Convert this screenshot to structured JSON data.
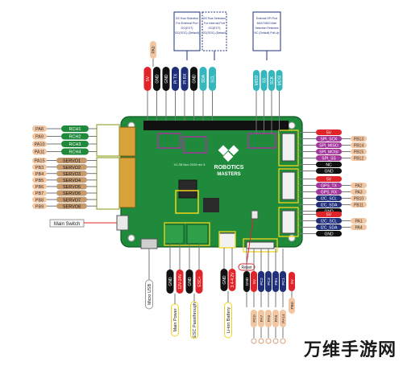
{
  "left_pins": {
    "rc_pins": [
      "PA8",
      "PA9",
      "PA10",
      "PA11"
    ],
    "rc_channels": [
      "RCH1",
      "RCH2",
      "RCH3",
      "RCH4"
    ],
    "servo_pins": [
      "PA15",
      "PB3",
      "PB4",
      "PB5",
      "PB6",
      "PB7",
      "PB8",
      "PB9"
    ],
    "servo_channels": [
      "SERVO1",
      "SERVO2",
      "SERVO3",
      "SERVO4",
      "SERVO5",
      "SERVO6",
      "SERVO7",
      "SERVO8"
    ],
    "main_switch": "Main Switch"
  },
  "top_pins": {
    "left_group": [
      "5V",
      "GND",
      "GND",
      "PI TX",
      "PI RX",
      "GND",
      "SDA",
      "SCL"
    ],
    "pa_top": "PA0",
    "box1_text": [
      "I2C Bus Selection",
      "For External Port",
      "I2C(EXT)",
      "I2C(SOC) (Default)"
    ],
    "box2_text": [
      "I2C Bus Selection",
      "For Internal Port",
      "I2C(EXT)",
      "I2C(SOC) (Default)"
    ],
    "right_group": [
      "MISO",
      "SS",
      "SCK",
      "MOSI"
    ],
    "box3_text": [
      "External SPI Port",
      "MAX7456 Driver",
      "Selection Resistors",
      "NC (Default) Pull-Up"
    ]
  },
  "board": {
    "title_line1": "ROBOTICS",
    "title_line2": "MASTERS",
    "version": "V1.28 Nov 2019 rev 3"
  },
  "right_pins": {
    "group1_labels": [
      "5V",
      "SPI_SCK",
      "SPI_MISO",
      "SPI_MOSI",
      "SPI_SS",
      "NC",
      "GND"
    ],
    "group1_pins": [
      "PB13",
      "PB14",
      "PB15",
      "PB12"
    ],
    "group2_labels": [
      "5V",
      "GPS_TX",
      "GPS_RX",
      "I2C_SCL",
      "I2C_SDA",
      "GND"
    ],
    "group2_pins": [
      "PA2",
      "PA3",
      "PB10",
      "PB11"
    ],
    "group3_labels": [
      "5V",
      "I2C_SCL",
      "I2C_SDA",
      "GND"
    ],
    "group3_pins": [
      "PA1",
      "PA4"
    ]
  },
  "bottom_pins": {
    "micro_usb": "Micro USB",
    "power_labels": [
      "GND",
      "12V-24V",
      "GND",
      "ESC+"
    ],
    "main_power": "Main Power",
    "esc_passthrough": "ESC Passthrough",
    "battery_labels": [
      "GND",
      "3.4-4.2V"
    ],
    "battery": "Li-ion Battery",
    "reset": "Reset",
    "bottom_group": [
      "GND",
      "5V",
      "PC2",
      "PC3",
      "PB1",
      "PC1"
    ],
    "bottom_pins_below": [
      "PC0",
      "PA7",
      "PA6",
      "PA5",
      "PA14"
    ],
    "pb0": "PB0"
  },
  "watermark": "万维手游网",
  "colors": {
    "board": "#1f8a3c",
    "rc_pin": "#f3c6a2",
    "servo_bg": "#c59a6e",
    "red": "#e0242a",
    "black": "#111111",
    "teal": "#36b7bd",
    "navy": "#1f2f7a",
    "purple": "#a4379b",
    "yellow": "#f2d51a"
  }
}
